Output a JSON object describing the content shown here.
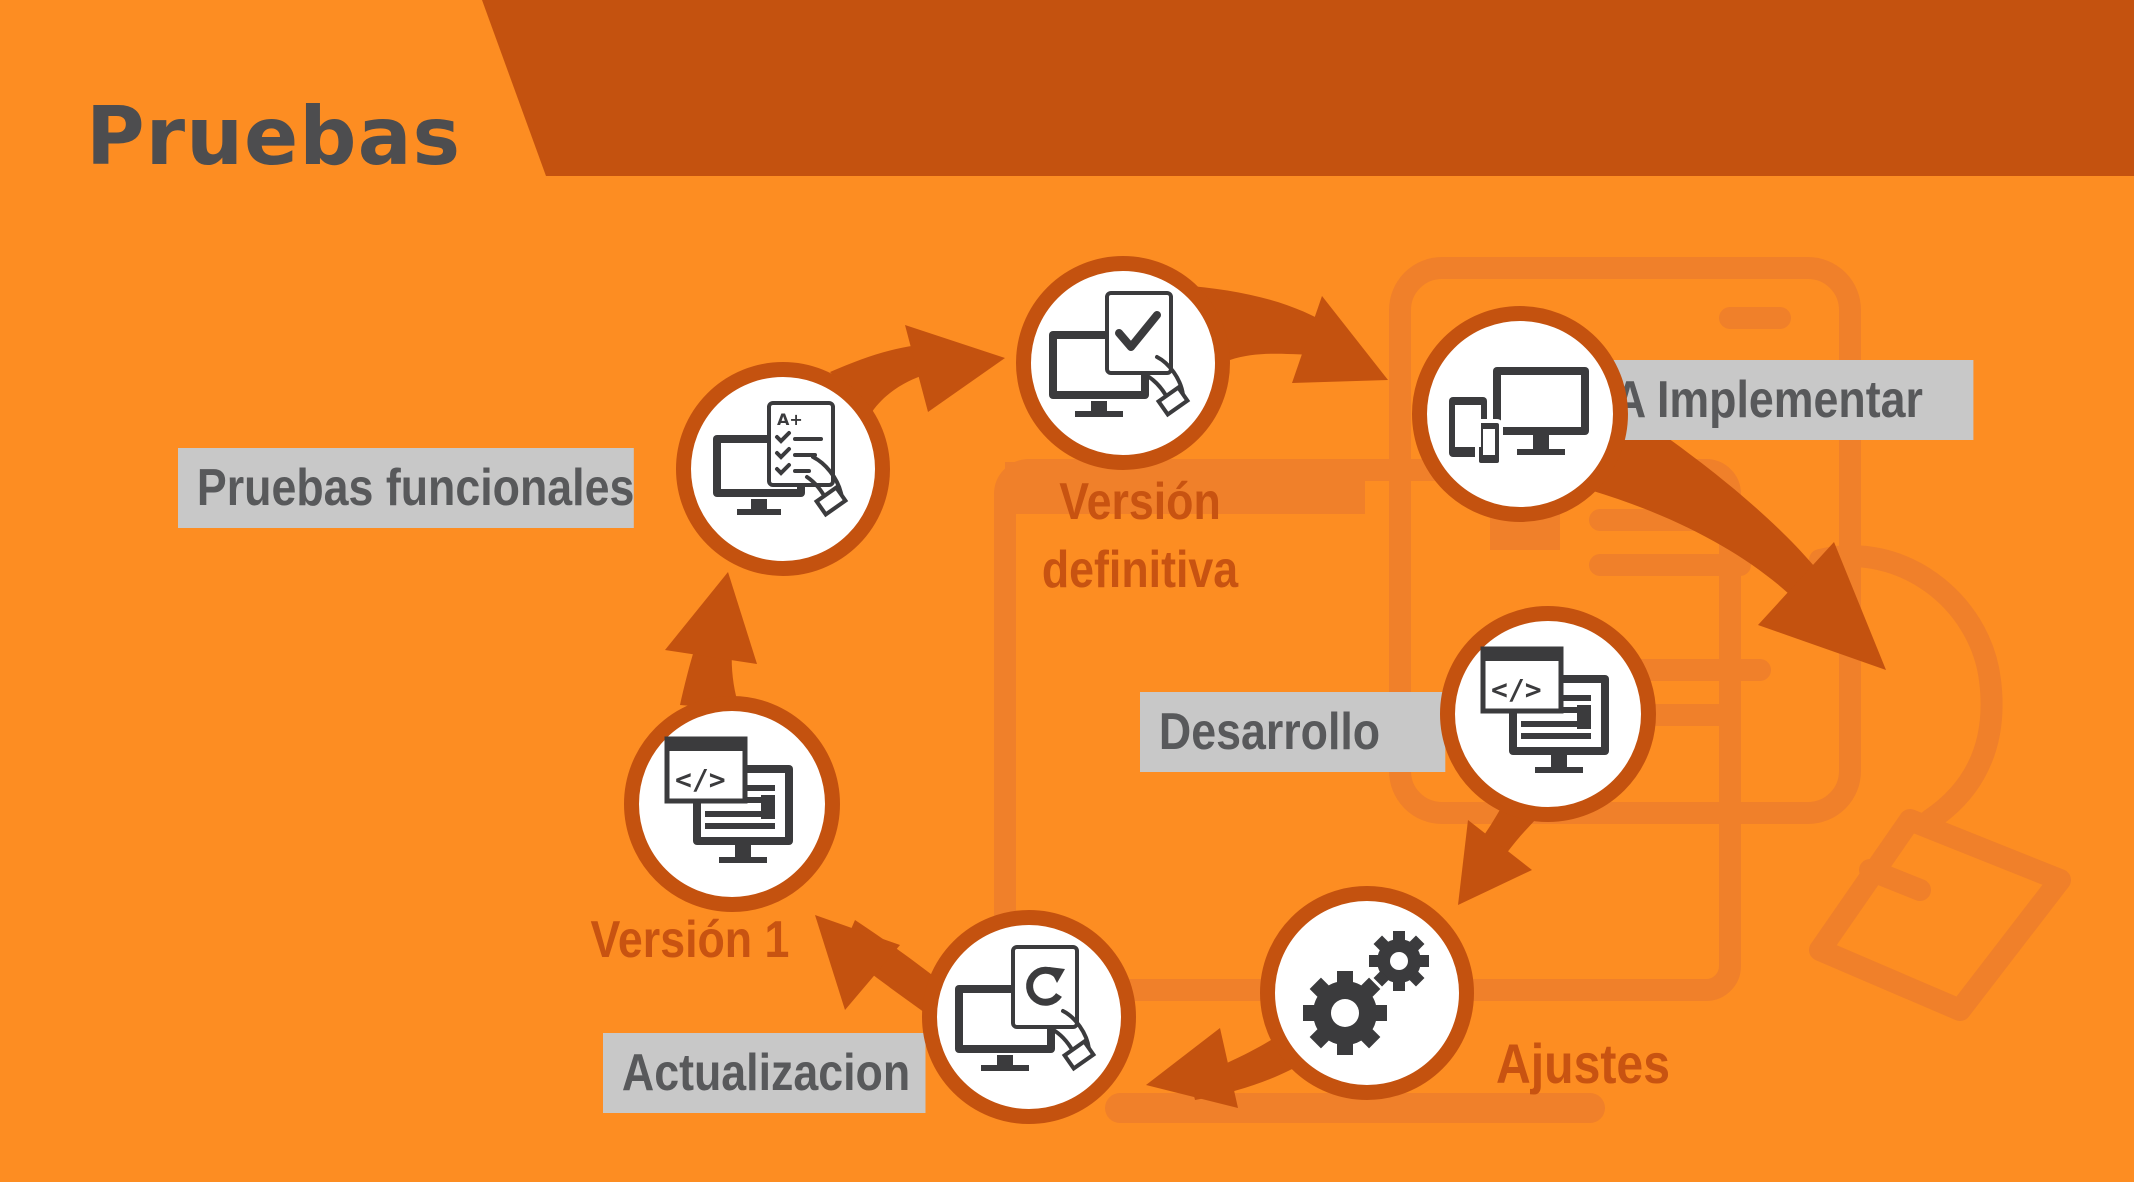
{
  "title": "Pruebas",
  "colors": {
    "background": "#fd8d22",
    "band": "#c4520f",
    "arrow": "#c4520f",
    "ghost": "#f0802a",
    "icon": "#3b3b3d",
    "label_bg": "#c8c8c8",
    "label_text": "#58595b",
    "orange_text": "#c85311"
  },
  "nodes": [
    {
      "id": "pruebas-funcionales",
      "label": "Pruebas funcionales",
      "icon": "monitor-graded-test-icon"
    },
    {
      "id": "version-definitiva",
      "label": "Versión definitiva",
      "icon": "monitor-checkmark-document-icon"
    },
    {
      "id": "a-implementar",
      "label": "A Implementar",
      "icon": "multi-device-icon"
    },
    {
      "id": "desarrollo",
      "label": "Desarrollo",
      "icon": "code-window-monitor-icon"
    },
    {
      "id": "ajustes",
      "label": "Ajustes",
      "icon": "gears-icon"
    },
    {
      "id": "actualizacion",
      "label": "Actualizacion",
      "icon": "monitor-refresh-document-icon"
    },
    {
      "id": "version-1",
      "label": "Versión 1",
      "icon": "code-window-monitor-icon"
    }
  ],
  "labels": {
    "pruebas_funcionales": "Pruebas funcionales",
    "version_definitiva_line1": "Versión",
    "version_definitiva_line2": "definitiva",
    "a_implementar": "A Implementar",
    "desarrollo": "Desarrollo",
    "ajustes": "Ajustes",
    "actualizacion": "Actualizacion",
    "version_1": "Versión 1"
  },
  "sequence": [
    "Desarrollo",
    "Ajustes",
    "Actualizacion",
    "Versión 1",
    "Pruebas funcionales",
    "Versión definitiva",
    "A Implementar"
  ]
}
